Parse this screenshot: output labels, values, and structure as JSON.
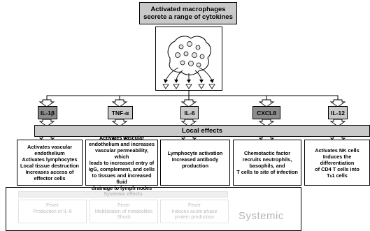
{
  "title": "Activated macrophages secrete a range of cytokines",
  "cytokines": [
    "IL-1β",
    "TNF-α",
    "IL-6",
    "CXCL8",
    "IL-12"
  ],
  "local_effects_label": "Local effects",
  "effects": [
    [
      "Activates vascular",
      "endothelium",
      "Activates lymphocytes",
      "Local tissue destruction",
      "Increases access of",
      "effector cells"
    ],
    [
      "Activates vascular",
      "endothelium and increases",
      "vascular permeability, which",
      "leads to increased entry of",
      "IgG, complement, and cells",
      "to tissues and increased fluid",
      "drainage to lymph nodes"
    ],
    [
      "Lymphocyte activation",
      "Increased antibody",
      "production"
    ],
    [
      "Chemotactic factor",
      "recruits neutrophils,",
      "basophils, and",
      "T cells to site of infection"
    ],
    [
      "Activates NK cells",
      "Induces the differentiation",
      "of CD4 T cells into",
      "Tₕ1 cells"
    ]
  ],
  "systemic_effects_label": "Systemic effects",
  "systemic_boxes": [
    [
      "Fever",
      "Production of IL-6"
    ],
    [
      "Fever",
      "Mobilization of metabolites",
      "Shock"
    ],
    [
      "Fever",
      "Induces acute-phase",
      "protein production"
    ]
  ],
  "systemic_overlay": "Systemic",
  "colors": {
    "cytokine_dark": "#8c8c8c",
    "cytokine_light": "#c9c9c9",
    "band": "#c9c9c9"
  }
}
